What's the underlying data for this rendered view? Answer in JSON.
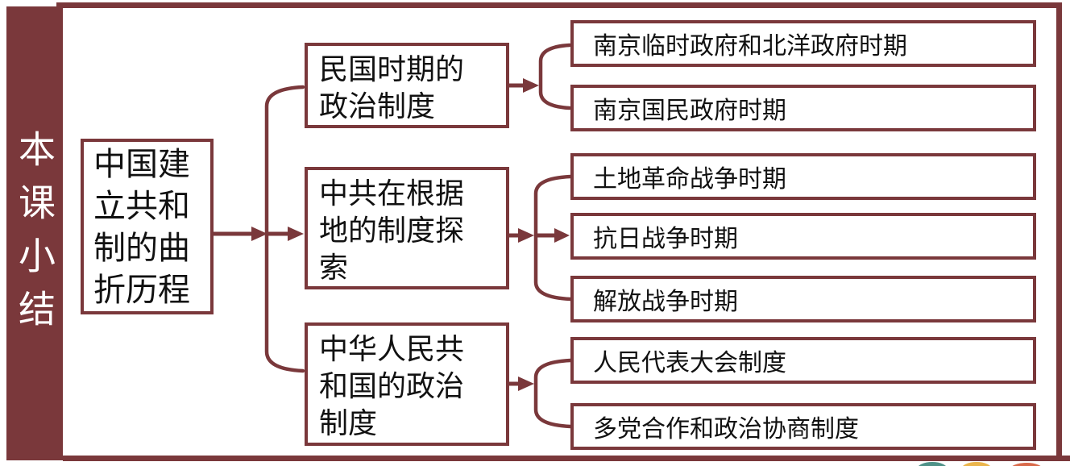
{
  "title": {
    "sidebar": "本课小结"
  },
  "colors": {
    "accent": "#7A383B",
    "text": "#111111",
    "background": "#FFFFFF",
    "watermark_teal": "#4F9288",
    "watermark_yellow": "#EBB54C",
    "watermark_orange": "#D96A4A"
  },
  "diagram": {
    "root": {
      "label": "中国建立共和制的曲折历程"
    },
    "branches": [
      {
        "label": "民国时期的政治制度",
        "children": [
          {
            "label": "南京临时政府和北洋政府时期"
          },
          {
            "label": "南京国民政府时期"
          }
        ]
      },
      {
        "label": "中共在根据地的制度探索",
        "children": [
          {
            "label": "土地革命战争时期"
          },
          {
            "label": "抗日战争时期"
          },
          {
            "label": "解放战争时期"
          }
        ]
      },
      {
        "label": "中华人民共和国的政治制度",
        "children": [
          {
            "label": "人民代表大会制度"
          },
          {
            "label": "多党合作和政治协商制度"
          }
        ]
      }
    ]
  }
}
